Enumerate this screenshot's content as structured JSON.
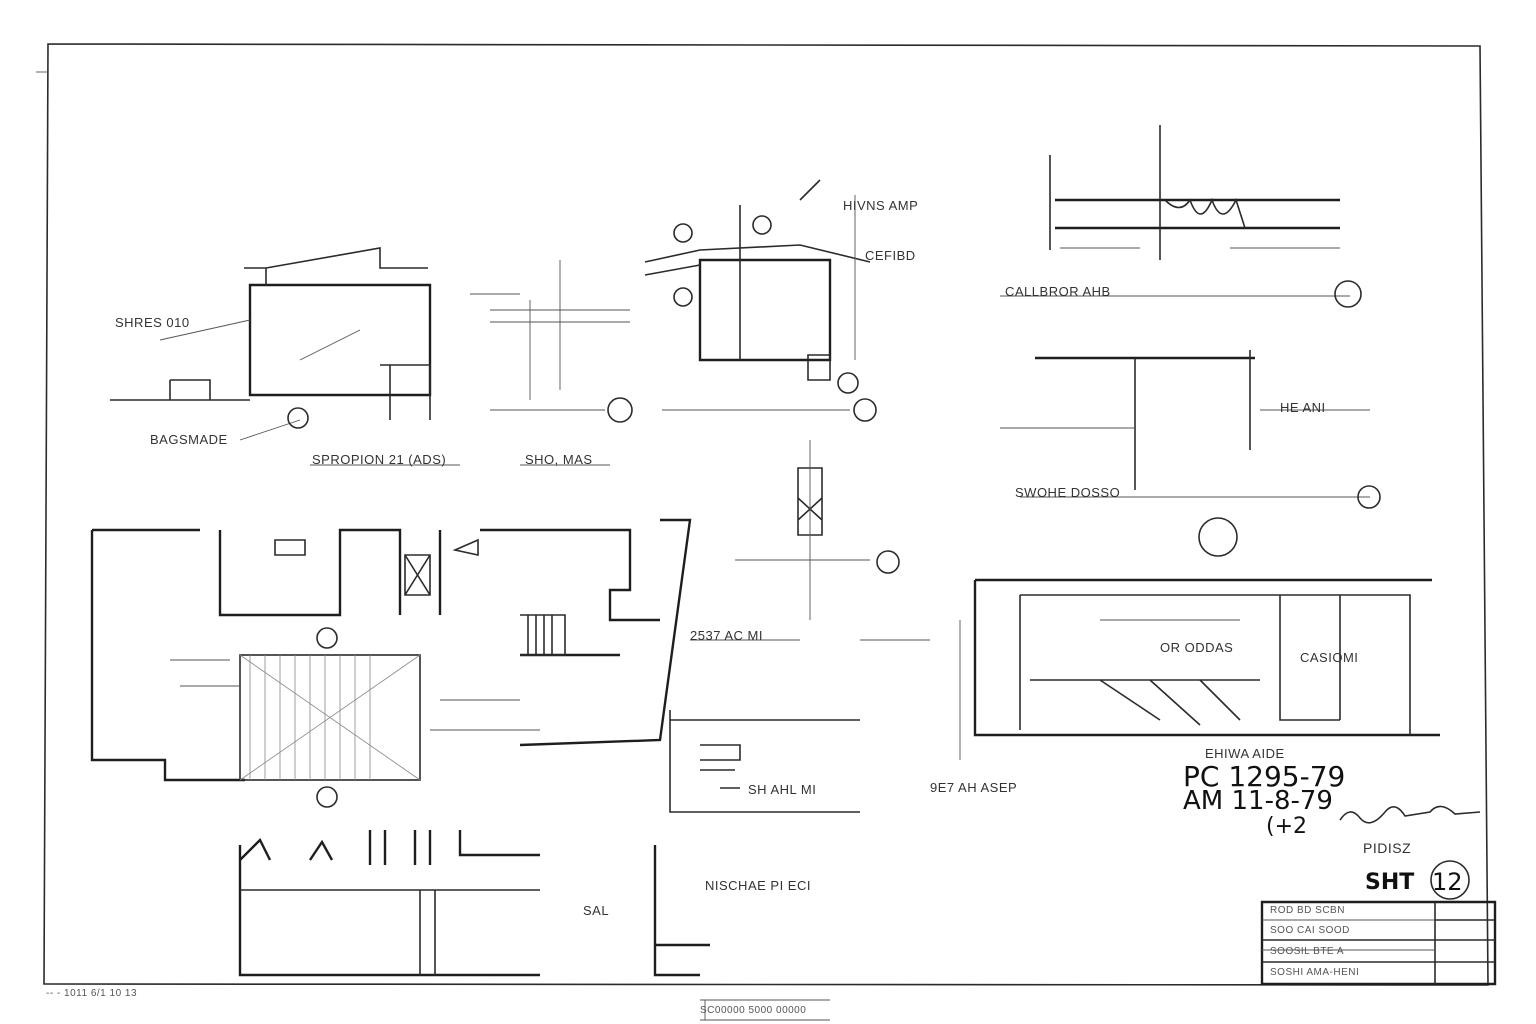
{
  "sheet": {
    "number_label": "SHT",
    "number_value": "12",
    "handwritten_lines": [
      "PC 1295-79",
      "AM 11-8-79",
      "(+2"
    ],
    "initials": "PIDISZ"
  },
  "detail_labels": [
    "SHRES 010",
    "SPROPION 21 (ADS)",
    "SHO, MAS",
    "HIVNS AMP",
    "CEFIBD",
    "CALLBROR AHB",
    "SWOHE DOSSO",
    "BAGSMADE",
    "HE ANI",
    "2537 AC MI",
    "NISCHAE PI ECI",
    "9E7 AH ASEP",
    "SH AHL MI",
    "EHIWA AIDE",
    "SAL",
    "CASIOMI",
    "OR ODDAS"
  ],
  "title_block": {
    "rows": [
      "ROD BD SCBN",
      "SOO CAI SOOD",
      "SOOSIL BTE A",
      "SOSHI AMA-HENI"
    ],
    "footer_left": "-- - 1011 6/1 10 13",
    "footer_center": "SC00000 5000 00000"
  }
}
